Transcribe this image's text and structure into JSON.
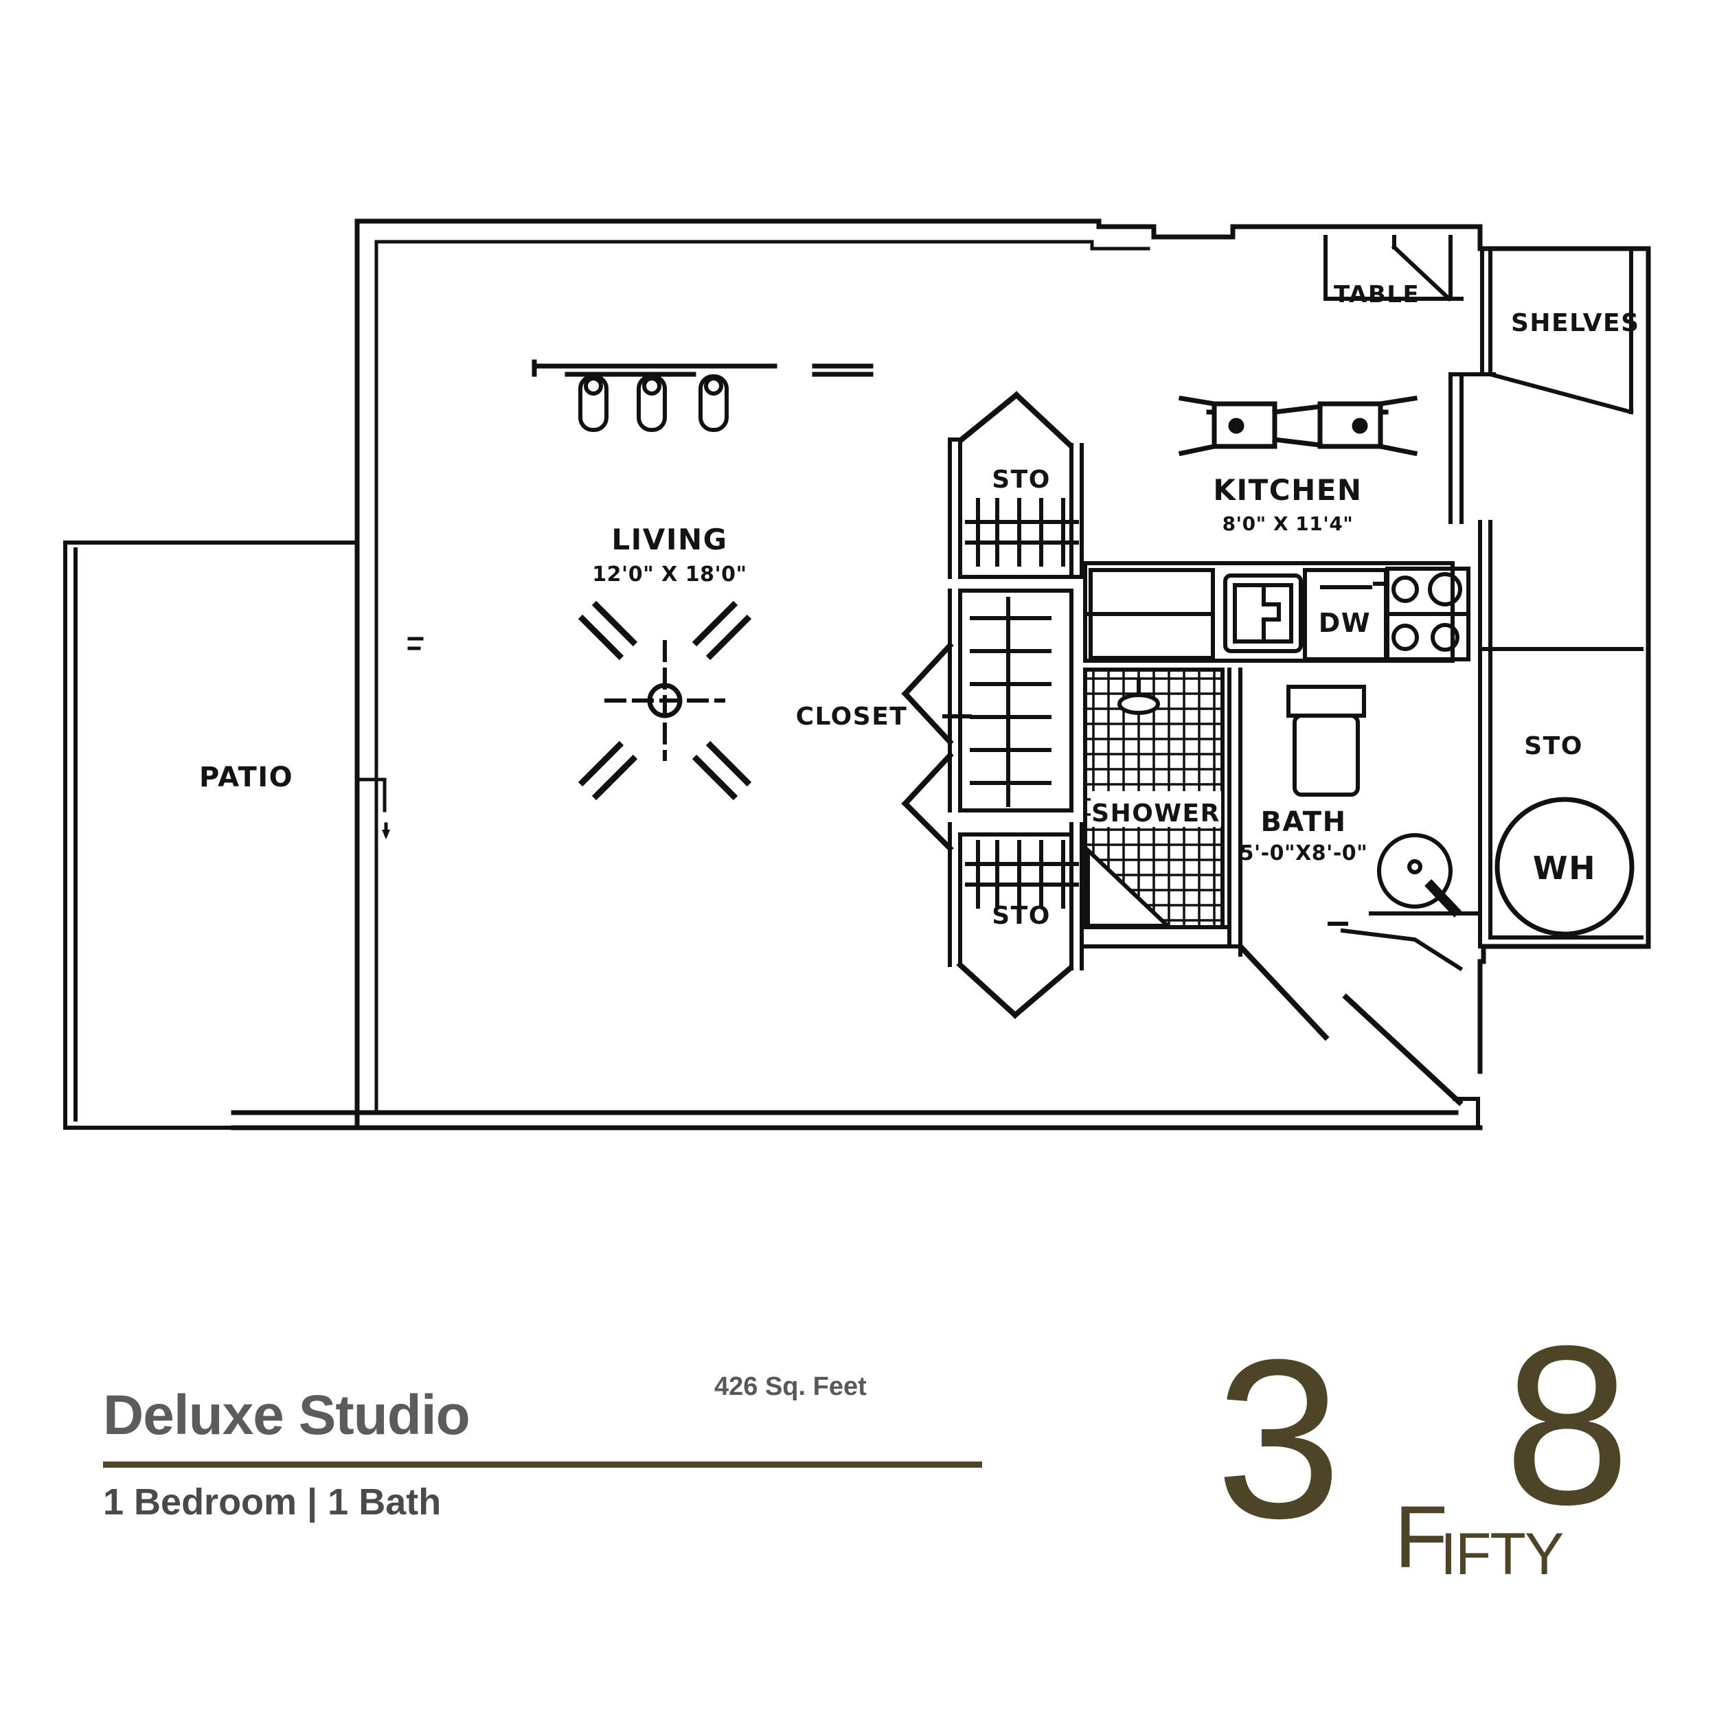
{
  "document": {
    "type": "apartment-floor-plan"
  },
  "footer": {
    "unit_name": "Deluxe Studio",
    "square_feet": "426 Sq. Feet",
    "beds_baths": "1 Bedroom | 1 Bath",
    "rule_color": "#4e4427",
    "title_color": "#5c5c5c"
  },
  "logo": {
    "left_number": "3",
    "word_cap": "F",
    "word_rest": "IFTY",
    "right_number": "8",
    "color": "#4e4427"
  },
  "plan": {
    "rooms": [
      {
        "id": "patio",
        "label": "PATIO",
        "dimensions": ""
      },
      {
        "id": "living",
        "label": "LIVING",
        "dimensions": "12'0\" X 18'0\""
      },
      {
        "id": "kitchen",
        "label": "KITCHEN",
        "dimensions": "8'0\" X 11'4\""
      },
      {
        "id": "bath",
        "label": "BATH",
        "dimensions": "5'-0\"X8'-0\""
      }
    ],
    "annotations": [
      {
        "id": "table",
        "label": "TABLE"
      },
      {
        "id": "shelves",
        "label": "SHELVES"
      },
      {
        "id": "sto-top",
        "label": "STO"
      },
      {
        "id": "sto-bottom",
        "label": "STO"
      },
      {
        "id": "sto-right",
        "label": "STO"
      },
      {
        "id": "closet",
        "label": "CLOSET"
      },
      {
        "id": "shower",
        "label": "SHOWER"
      },
      {
        "id": "water-heater",
        "label": "WH"
      },
      {
        "id": "dishwasher",
        "label": "DW"
      }
    ],
    "line_color": "#111111",
    "fill_color": "#ffffff"
  }
}
